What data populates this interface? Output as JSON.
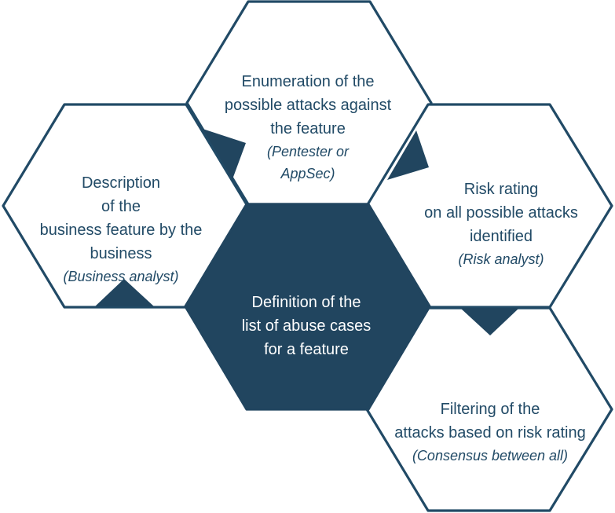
{
  "diagram": {
    "type": "hexagon-cluster",
    "title": "Definition of the list of abuse cases for a feature",
    "colors": {
      "stroke": "#214a66",
      "fill_dark": "#21455f",
      "fill_light": "#ffffff",
      "text_dark": "#214a66",
      "text_light": "#ffffff"
    },
    "nodes": {
      "center": {
        "text": "Definition of the\nlist of abuse cases\nfor a feature",
        "role": ""
      },
      "left": {
        "text": "Description\nof the\nbusiness feature by the\nbusiness",
        "role": "(Business analyst)"
      },
      "top": {
        "text": "Enumeration of the\npossible attacks against\nthe feature",
        "role": "(Pentester or\nAppSec)"
      },
      "right": {
        "text": "Risk rating\non all possible attacks\nidentified",
        "role": "(Risk analyst)"
      },
      "bottom_right": {
        "text": "Filtering of the\nattacks based on risk rating",
        "role": "(Consensus between all)"
      }
    },
    "connectors": [
      {
        "name": "left-to-center",
        "shape": "triangle-up"
      },
      {
        "name": "top-to-center",
        "shape": "triangle-down-left"
      },
      {
        "name": "center-to-right",
        "shape": "triangle-down-right"
      },
      {
        "name": "center-to-bottom-right",
        "shape": "triangle-down"
      }
    ]
  }
}
